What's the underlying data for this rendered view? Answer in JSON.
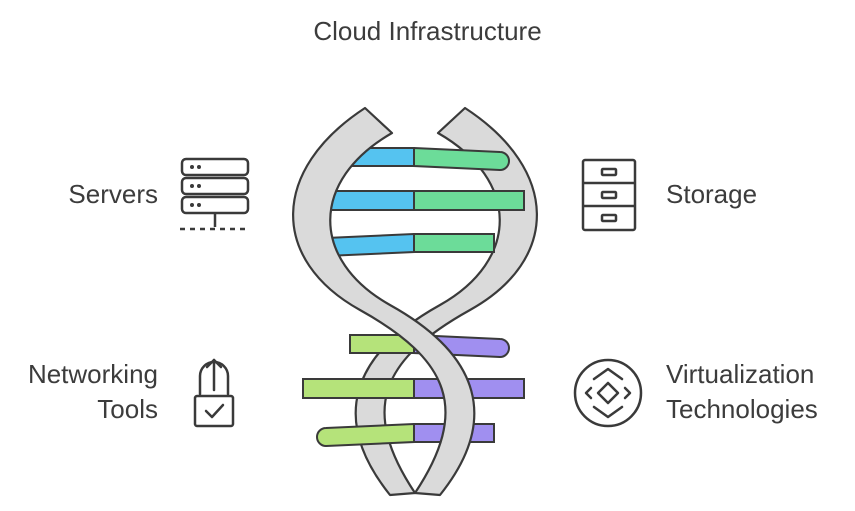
{
  "title": "Cloud Infrastructure",
  "items": {
    "servers": {
      "label": "Servers",
      "icon": "server-rack-icon"
    },
    "storage": {
      "label": "Storage",
      "icon": "file-cabinet-icon"
    },
    "networking": {
      "label_line1": "Networking",
      "label_line2": "Tools",
      "icon": "lock-upload-icon"
    },
    "virtualization": {
      "label_line1": "Virtualization",
      "label_line2": "Technologies",
      "icon": "virtualization-diamond-icon"
    }
  },
  "colors": {
    "blue": "#55c3f0",
    "green": "#6cdc99",
    "lime": "#b5e37a",
    "purple": "#a08ff0",
    "strand": "#dadada",
    "outline": "#3a3a3a"
  }
}
